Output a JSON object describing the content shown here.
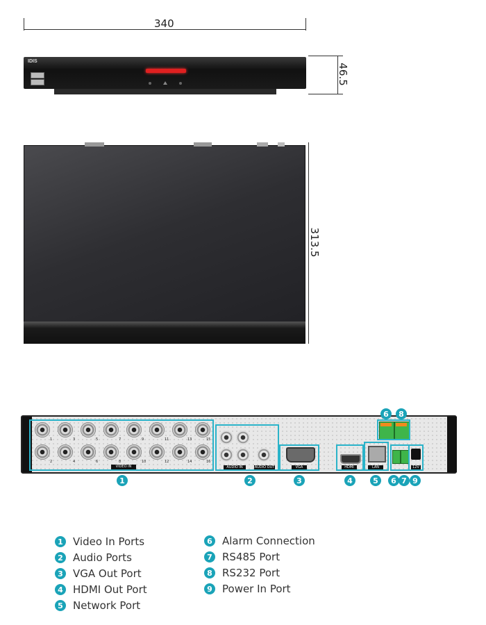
{
  "dimensions": {
    "width": "340",
    "height": "46.5",
    "depth": "313.5"
  },
  "front_panel": {
    "brand": "IDIS"
  },
  "rear_panel": {
    "video_in_label": "VIDEO IN",
    "audio_in_label": "AUDIO IN",
    "audio_out_label": "AUDIO OUT",
    "vga_label": "VGA",
    "hdmi_label": "HDMI",
    "lan_label": "LAN",
    "power_label": "12V",
    "bnc_numbers_top": [
      "1",
      "3",
      "5",
      "7",
      "9",
      "11",
      "13",
      "15"
    ],
    "bnc_numbers_bottom": [
      "2",
      "4",
      "6",
      "8",
      "10",
      "12",
      "14",
      "16"
    ],
    "markers": [
      "1",
      "2",
      "3",
      "4",
      "5",
      "6",
      "7",
      "8",
      "9"
    ],
    "top_markers": [
      "6",
      "8"
    ]
  },
  "legend": {
    "left": [
      {
        "num": "1",
        "label": "Video In Ports"
      },
      {
        "num": "2",
        "label": "Audio Ports"
      },
      {
        "num": "3",
        "label": "VGA Out Port"
      },
      {
        "num": "4",
        "label": "HDMI Out Port"
      },
      {
        "num": "5",
        "label": "Network Port"
      }
    ],
    "right": [
      {
        "num": "6",
        "label": "Alarm Connection"
      },
      {
        "num": "7",
        "label": "RS485 Port"
      },
      {
        "num": "8",
        "label": "RS232 Port"
      },
      {
        "num": "9",
        "label": "Power In Port"
      }
    ]
  },
  "colors": {
    "accent": "#1aa3b8",
    "highlight": "#2ab3c9",
    "device": "#1c1c1c",
    "led": "#e02020"
  }
}
